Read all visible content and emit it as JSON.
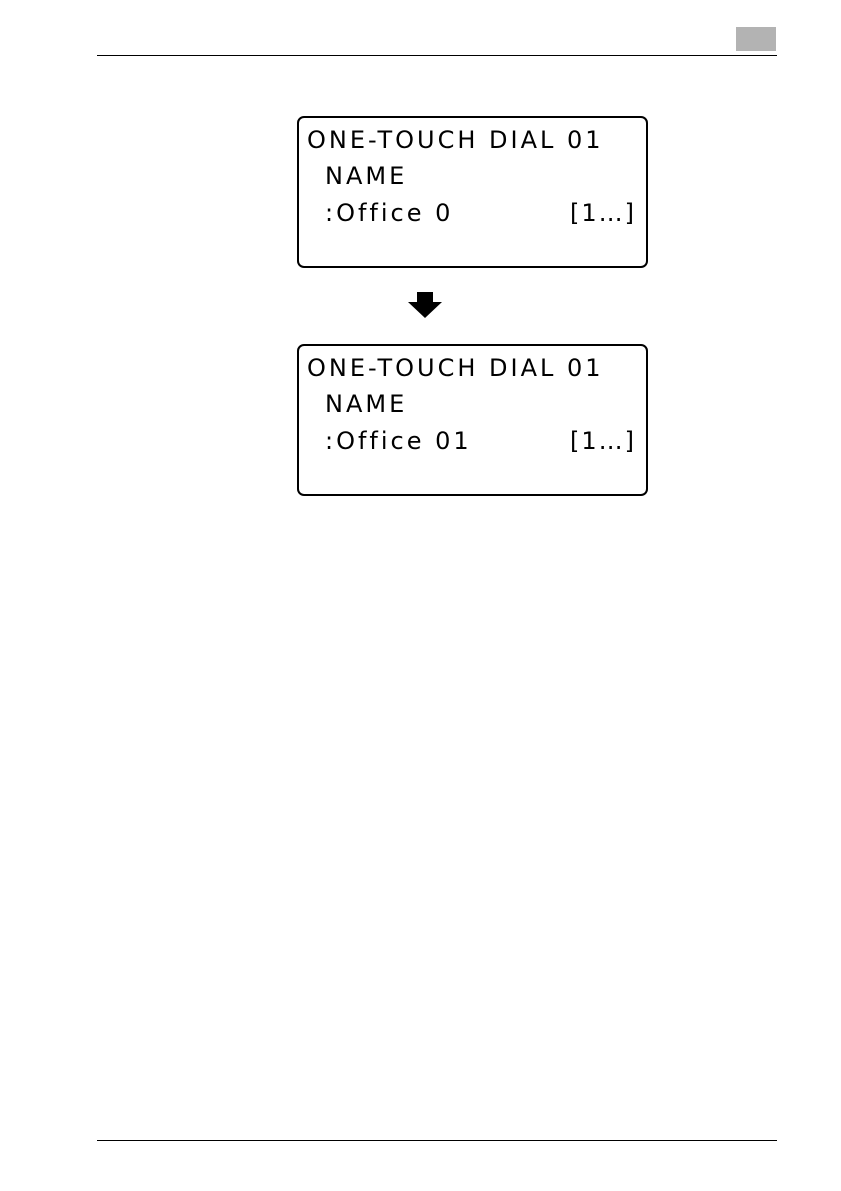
{
  "page": {
    "tab_color": "#b3b3b3"
  },
  "screens": [
    {
      "line1": "ONE-TOUCH DIAL 01",
      "line2": "NAME",
      "line3": ":Office 0",
      "range": "[1…]"
    },
    {
      "line1": "ONE-TOUCH DIAL 01",
      "line2": "NAME",
      "line3": ":Office 01",
      "range": "[1…]"
    }
  ],
  "arrow": {
    "icon": "arrow-down-icon"
  }
}
